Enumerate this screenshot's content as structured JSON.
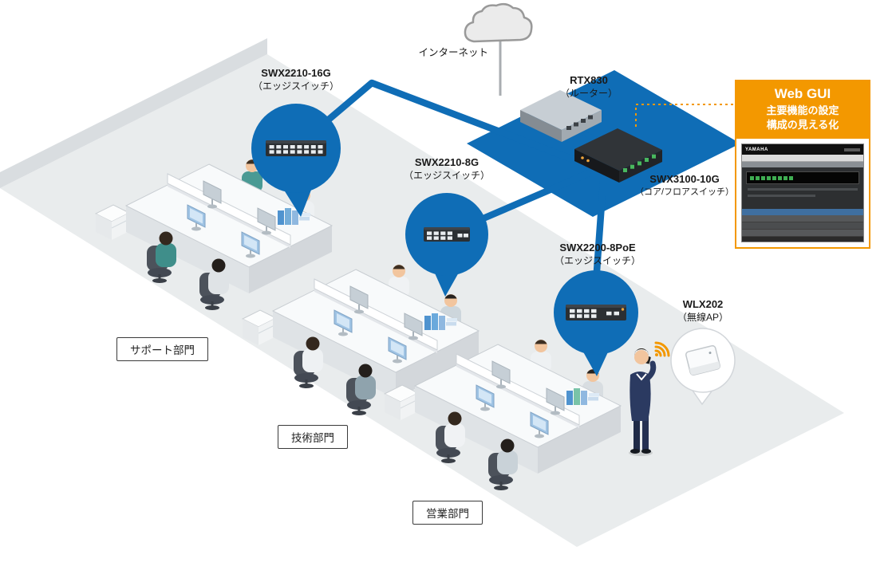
{
  "diagram": {
    "internet_label": "インターネット",
    "devices": {
      "router": {
        "name": "RTX830",
        "type": "（ルーター）"
      },
      "core": {
        "name": "SWX3100-10G",
        "type": "（コア/フロアスイッチ）"
      },
      "edge16": {
        "name": "SWX2210-16G",
        "type": "（エッジスイッチ）"
      },
      "edge8": {
        "name": "SWX2210-8G",
        "type": "（エッジスイッチ）"
      },
      "edge8poe": {
        "name": "SWX2200-8PoE",
        "type": "（エッジスイッチ）"
      },
      "ap": {
        "name": "WLX202",
        "type": "（無線AP）"
      }
    },
    "departments": {
      "support": "サポート部門",
      "engineering": "技術部門",
      "sales": "営業部門"
    },
    "webgui": {
      "title": "Web GUI",
      "feature1": "主要機能の設定",
      "feature2": "構成の見える化",
      "brand": "YAMAHA"
    },
    "icons": {
      "internet": "cloud-icon",
      "wireless": "wifi-signal-icon"
    },
    "colors": {
      "blue": "#0f6db6",
      "orange": "#f39800",
      "floor": "#e9eced",
      "wall": "#d9dde0",
      "text": "#1a1a1a"
    }
  }
}
